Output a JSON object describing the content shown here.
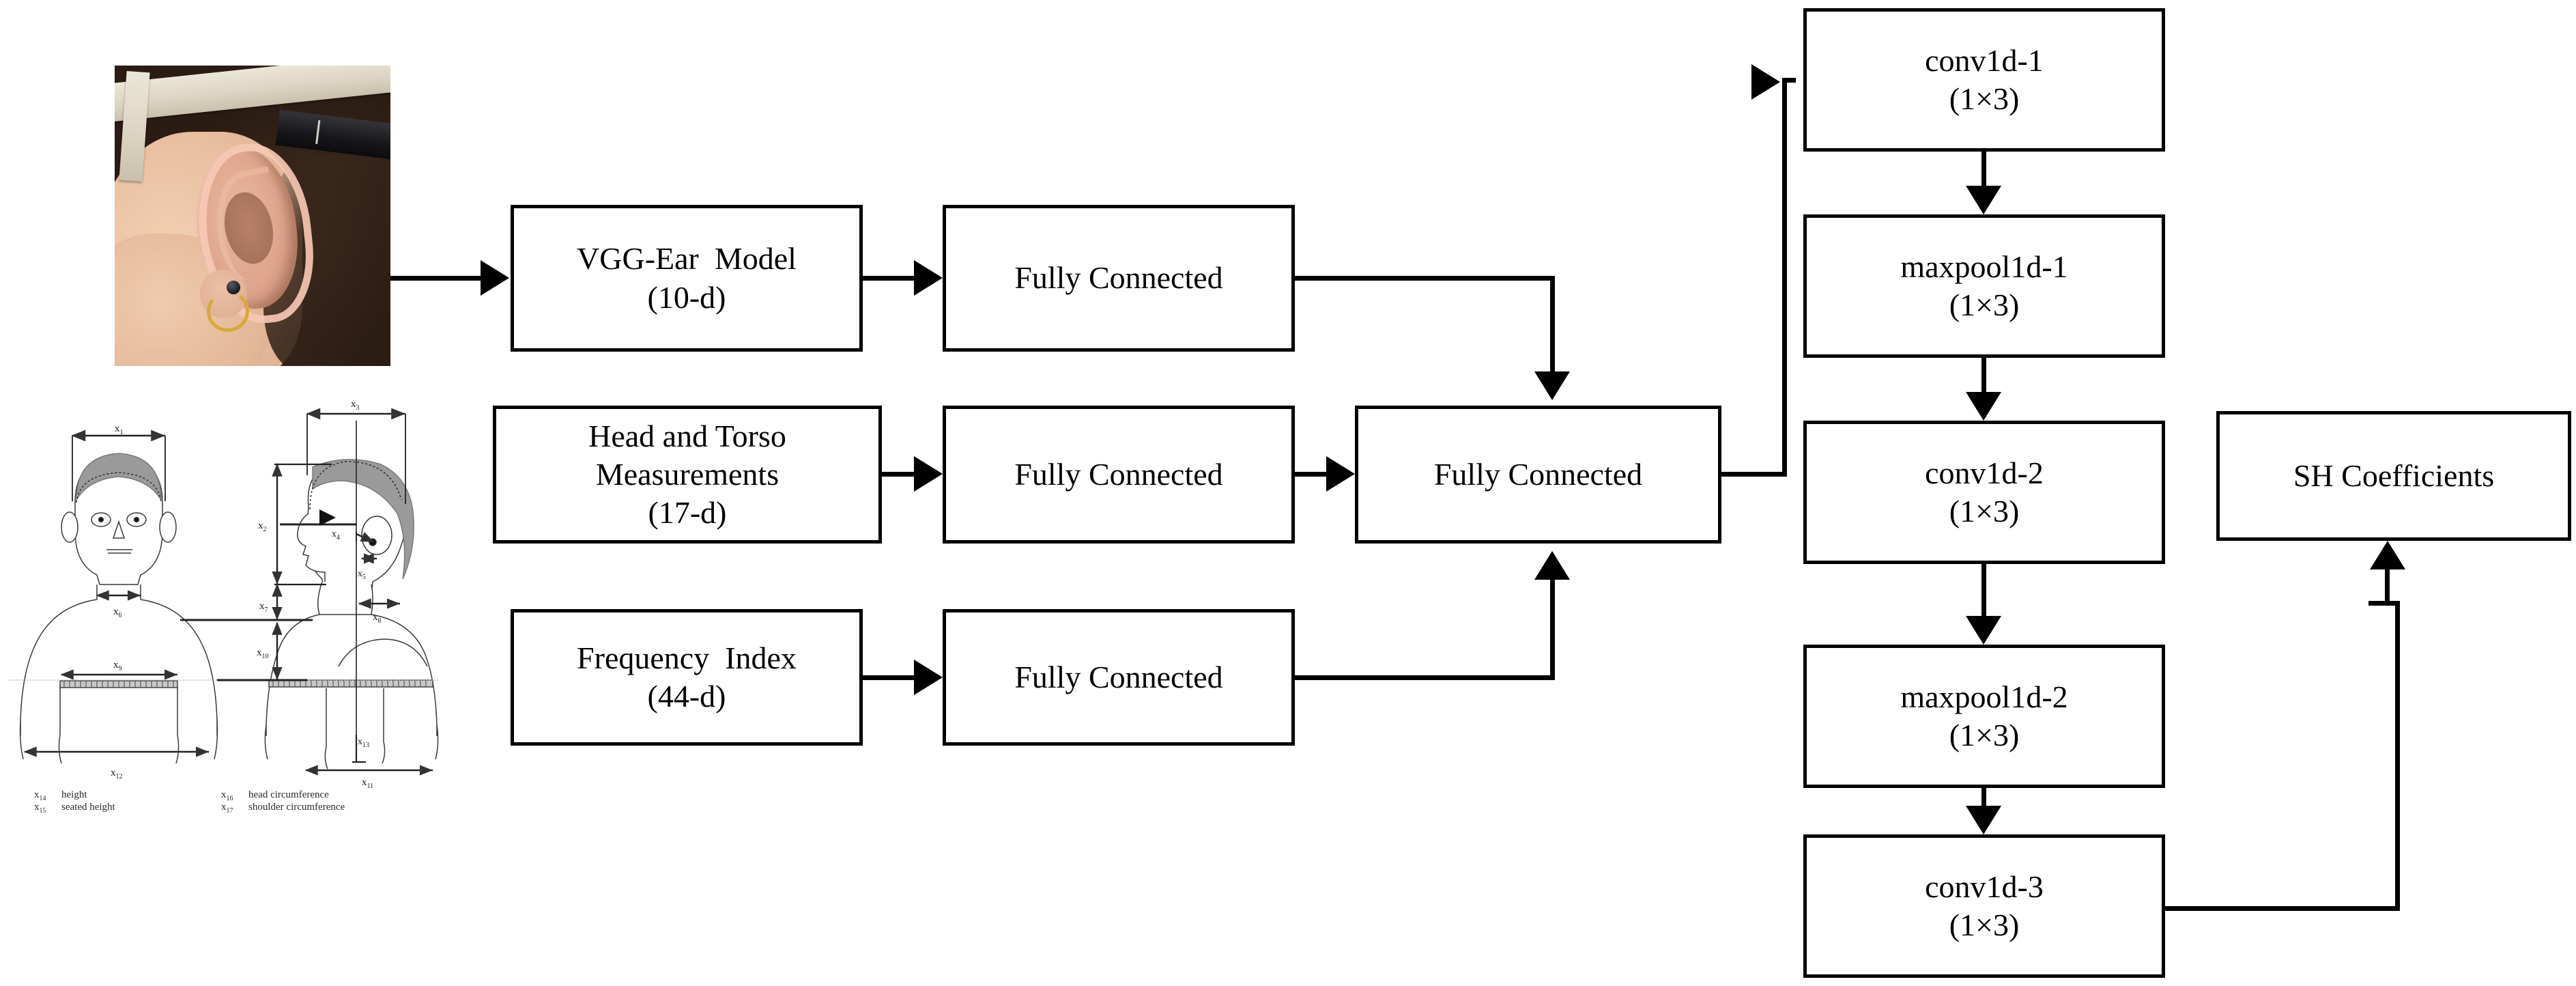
{
  "diagram": {
    "title": "HRTF prediction network architecture",
    "colors": {
      "stroke": "#000000",
      "fill": "#ffffff",
      "text": "#000000"
    },
    "nodes": {
      "vgg_ear": {
        "line1": "VGG-Ear  Model",
        "line2": "(10-d)"
      },
      "head_torso": {
        "line1": "Head and Torso",
        "line2": "Measurements",
        "line3": "(17-d)"
      },
      "freq_index": {
        "line1": "Frequency  Index",
        "line2": "(44-d)"
      },
      "fc_ear": {
        "line1": "Fully Connected"
      },
      "fc_head": {
        "line1": "Fully Connected"
      },
      "fc_freq": {
        "line1": "Fully Connected"
      },
      "fc_merge": {
        "line1": "Fully Connected"
      },
      "conv1": {
        "line1": "conv1d-1",
        "line2": "(1×3)"
      },
      "maxpool1": {
        "line1": "maxpool1d-1",
        "line2": "(1×3)"
      },
      "conv2": {
        "line1": "conv1d-2",
        "line2": "(1×3)"
      },
      "maxpool2": {
        "line1": "maxpool1d-2",
        "line2": "(1×3)"
      },
      "conv3": {
        "line1": "conv1d-3",
        "line2": "(1×3)"
      },
      "sh": {
        "line1": "SH Coefficients"
      }
    },
    "anthropometry": {
      "measure_labels": [
        "x₁",
        "x₂",
        "x₃",
        "x₄",
        "x₅",
        "x₆",
        "x₇",
        "x₈",
        "x₉",
        "x₁₀",
        "x₁₁",
        "x₁₂",
        "x₁₃"
      ],
      "legend": [
        {
          "key": "x₁₄",
          "text": "height"
        },
        {
          "key": "x₁₅",
          "text": "seated height"
        },
        {
          "key": "x₁₆",
          "text": "head circumference"
        },
        {
          "key": "x₁₇",
          "text": "shoulder circumference"
        }
      ]
    },
    "photo": {
      "caption": "left ear photograph with measurement tape and reference marker"
    }
  }
}
